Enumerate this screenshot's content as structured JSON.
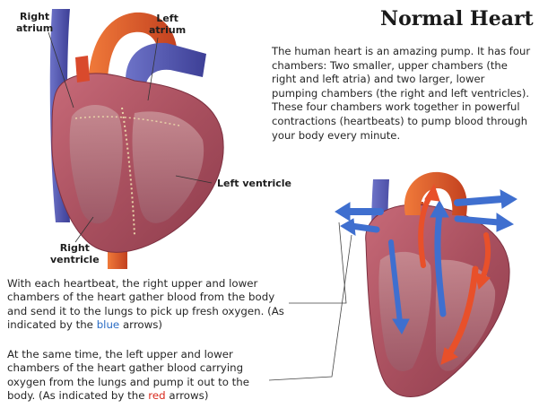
{
  "title": "Normal Heart",
  "intro": "The human heart is an amazing pump. It has four chambers: Two smaller, upper chambers (the right and left atria) and two larger, lower pumping chambers (the right and left ventricles). These four chambers work together in powerful contractions (heartbeats) to pump blood through your body every minute.",
  "labels": {
    "right_atrium": [
      "Right",
      "atrium"
    ],
    "left_atrium": [
      "Left",
      "atrium"
    ],
    "left_ventricle": "Left ventricle",
    "right_ventricle": [
      "Right",
      "ventricle"
    ]
  },
  "para_blue": {
    "text": "With each heartbeat, the right upper and lower chambers of the heart gather blood from the body and send it to the lungs to pick up fresh oxygen. (As indicated by the ",
    "highlight": "blue",
    "tail": " arrows)"
  },
  "para_red": {
    "text": "At the same time, the left upper and lower chambers of the heart gather blood carrying oxygen from the lungs and pump it out to the body. (As indicated by the ",
    "highlight": "red",
    "tail": " arrows)"
  },
  "colors": {
    "blue_text": "#2a6cc4",
    "red_text": "#d8281c",
    "arrow_blue": "#3f6fcf",
    "arrow_red": "#e8502a",
    "heart_muscle": "#b2596a",
    "aorta": "#e0632f",
    "vena_cava": "#5a5fb8"
  },
  "icons": [
    "heart-cross-section-illustration",
    "heart-blood-flow-illustration"
  ]
}
